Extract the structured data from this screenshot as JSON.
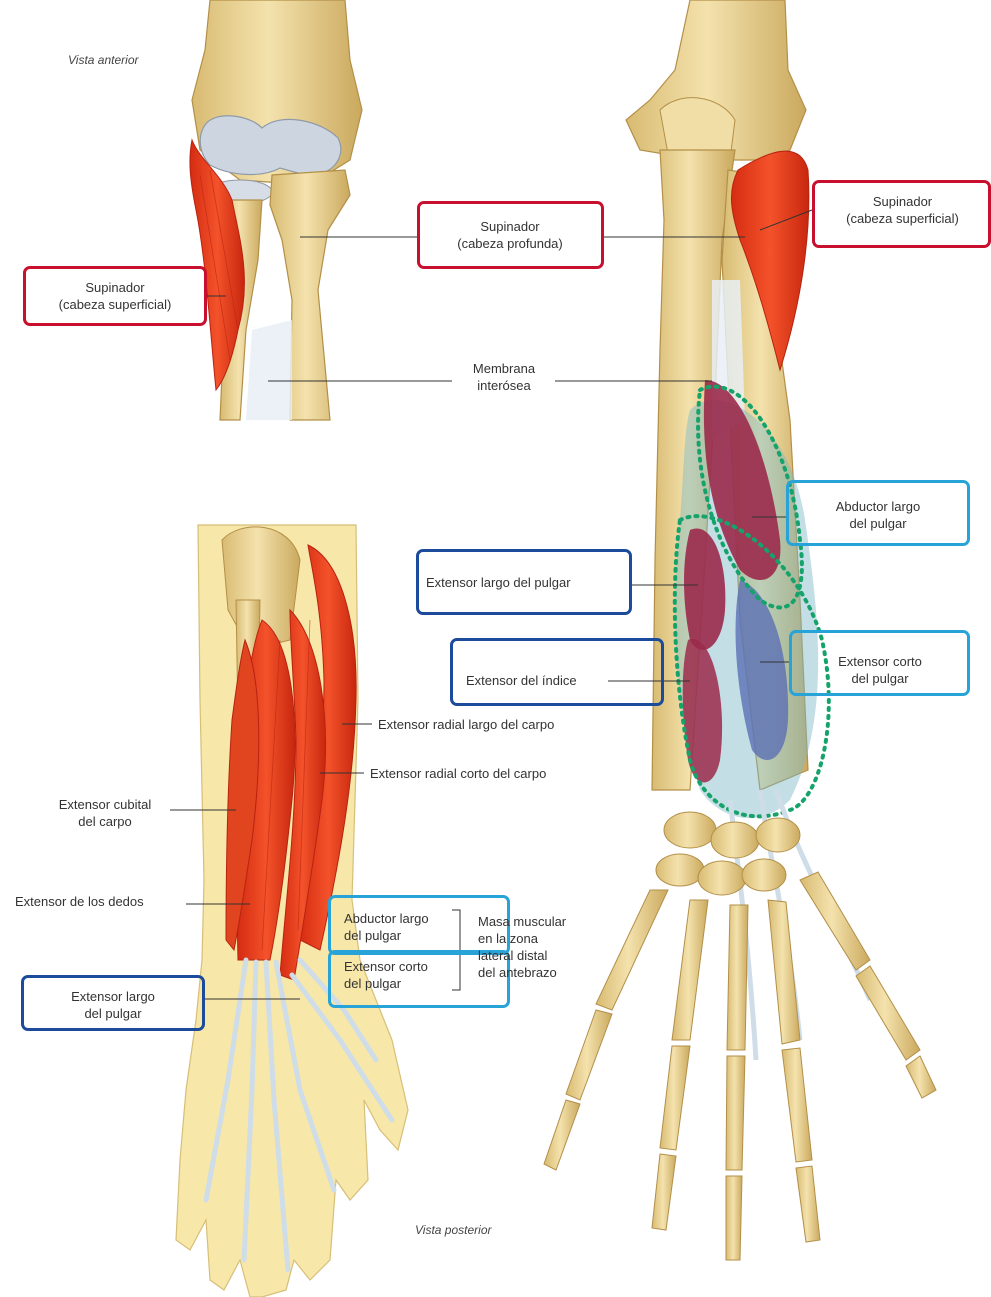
{
  "colors": {
    "bone": "#ecd79a",
    "bone_shade": "#c9a95c",
    "cartilage": "#c9d3df",
    "muscle": "#e8391c",
    "muscle_shade": "#c2260f",
    "deep_muscle": "#9b2a4b",
    "tendon": "#cfdde8",
    "skin": "#f7e7a9",
    "box_red": "#c8102e",
    "box_navy": "#1d4b9b",
    "box_cyan": "#27a3d8",
    "dotted_outline": "#16a36b"
  },
  "captions": {
    "anterior_view": "Vista anterior",
    "posterior_view": "Vista posterior"
  },
  "labels": {
    "supinator_superficial_left": "Supinador\n(cabeza superficial)",
    "supinator_deep": "Supinador\n(cabeza profunda)",
    "supinator_superficial_right": "Supinador\n(cabeza superficial)",
    "interosseous_membrane": "Membrana\ninterósea",
    "abductor_longus_right": "Abductor largo\ndel pulgar",
    "extensor_pollicis_longus_mid": "Extensor largo del pulgar",
    "extensor_indicis": "Extensor del índice",
    "extensor_brevis_right": "Extensor corto\ndel pulgar",
    "ecrl": "Extensor radial largo del carpo",
    "ecrb": "Extensor radial corto del carpo",
    "ecu": "Extensor cubital\ndel carpo",
    "extensor_digitorum": "Extensor de los dedos",
    "abductor_longus_left": "Abductor largo\ndel pulgar",
    "extensor_brevis_left": "Extensor corto\ndel pulgar",
    "outcropping_muscle": "Masa muscular\nen la zona\nlateral distal\ndel antebrazo",
    "extensor_pollicis_longus_left": "Extensor largo\ndel pulgar"
  }
}
